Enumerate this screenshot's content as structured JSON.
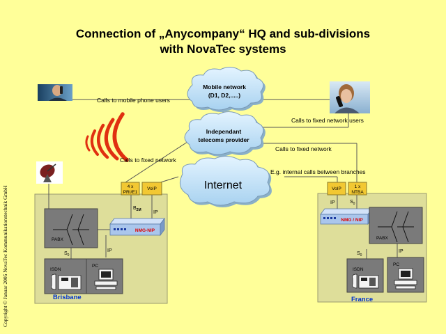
{
  "title": {
    "line1": "Connection of „Anycompany“ HQ and sub-divisions",
    "line2": "with NovaTec systems"
  },
  "copyright": "Copyright © Januar 2005 NovaTec Kommunikationstechnik GmbH",
  "clouds": {
    "mobile_line1": "Mobile network",
    "mobile_line2": "(D1, D2,.....)",
    "provider_line1": "Independant",
    "provider_line2": "telecoms provider",
    "internet": "Internet"
  },
  "labels": {
    "calls_mobile": "Calls to mobile phone users",
    "calls_fixed_users": "Calls to fixed network users",
    "calls_fixed_left": "Calls to fixed network",
    "calls_fixed_right": "Calls to fixed network",
    "internal_calls": "E.g. internal calls between branches"
  },
  "brisbane": {
    "name": "Brisbane",
    "port_line1": "4 x",
    "port_line2": "PRI/E1",
    "voip": "VoIP",
    "b2m_main": "B",
    "b2m_sub": "2M",
    "ip_top": "IP",
    "device": "NMG-NIP",
    "pabx": "PABX",
    "s0_main": "S",
    "s0_sub": "0",
    "ip_pc": "IP",
    "isdn": "ISDN",
    "pc": "PC"
  },
  "france": {
    "name": "France",
    "voip": "VoIP",
    "port_line1": "1 x",
    "port_line2": "NTBA",
    "ip_top": "IP",
    "s0_top_main": "S",
    "s0_top_sub": "0",
    "device": "NMG / NIP",
    "pabx": "PABX",
    "s0_main": "S",
    "s0_sub": "0",
    "ip_pc": "IP",
    "isdn": "ISDN",
    "pc": "PC"
  },
  "colors": {
    "background": "#ffff99",
    "cloud": "#cce8f8",
    "branch_box": "#dede9a",
    "port_box": "#f2c832",
    "device": "#aac6ec",
    "device_label": "#dd0000",
    "location_label": "#0033cc",
    "signal": "#e03010"
  },
  "icons": [
    "mobile-caller-photo",
    "fixed-caller-photo",
    "satellite-dish-icon",
    "wireless-signal-icon",
    "isdn-phone-icon",
    "computer-icon",
    "pabx-switch-icon"
  ]
}
